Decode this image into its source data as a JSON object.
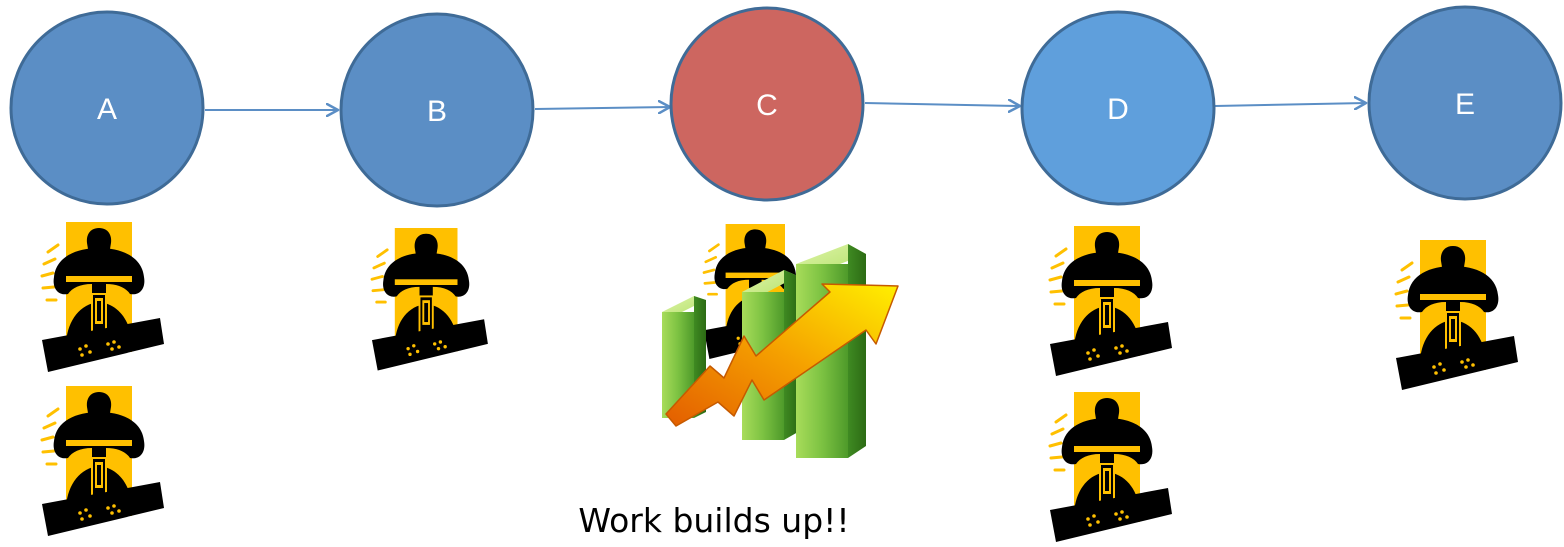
{
  "nodes": [
    {
      "id": "A",
      "label": "A",
      "color": "#5b8ec5",
      "workers": 2
    },
    {
      "id": "B",
      "label": "B",
      "color": "#5b8ec5",
      "workers": 1
    },
    {
      "id": "C",
      "label": "C",
      "color": "#cd6660",
      "workers": 1
    },
    {
      "id": "D",
      "label": "D",
      "color": "#5f9fdc",
      "workers": 2
    },
    {
      "id": "E",
      "label": "E",
      "color": "#5b8ec5",
      "workers": 1
    }
  ],
  "edges": [
    {
      "from": "A",
      "to": "B"
    },
    {
      "from": "B",
      "to": "C"
    },
    {
      "from": "C",
      "to": "D"
    },
    {
      "from": "D",
      "to": "E"
    }
  ],
  "caption": "Work builds up!!",
  "colors": {
    "node_stroke": "#3f6b97",
    "arrow": "#5b8ec5",
    "worker_bg": "#ffc000",
    "worker_figure": "#000000",
    "bar_green": "#7cc242",
    "trend_arrow": "#f5a000"
  },
  "icons": {
    "worker": "jackhammer-worker-icon",
    "growth": "growth-chart-icon"
  }
}
